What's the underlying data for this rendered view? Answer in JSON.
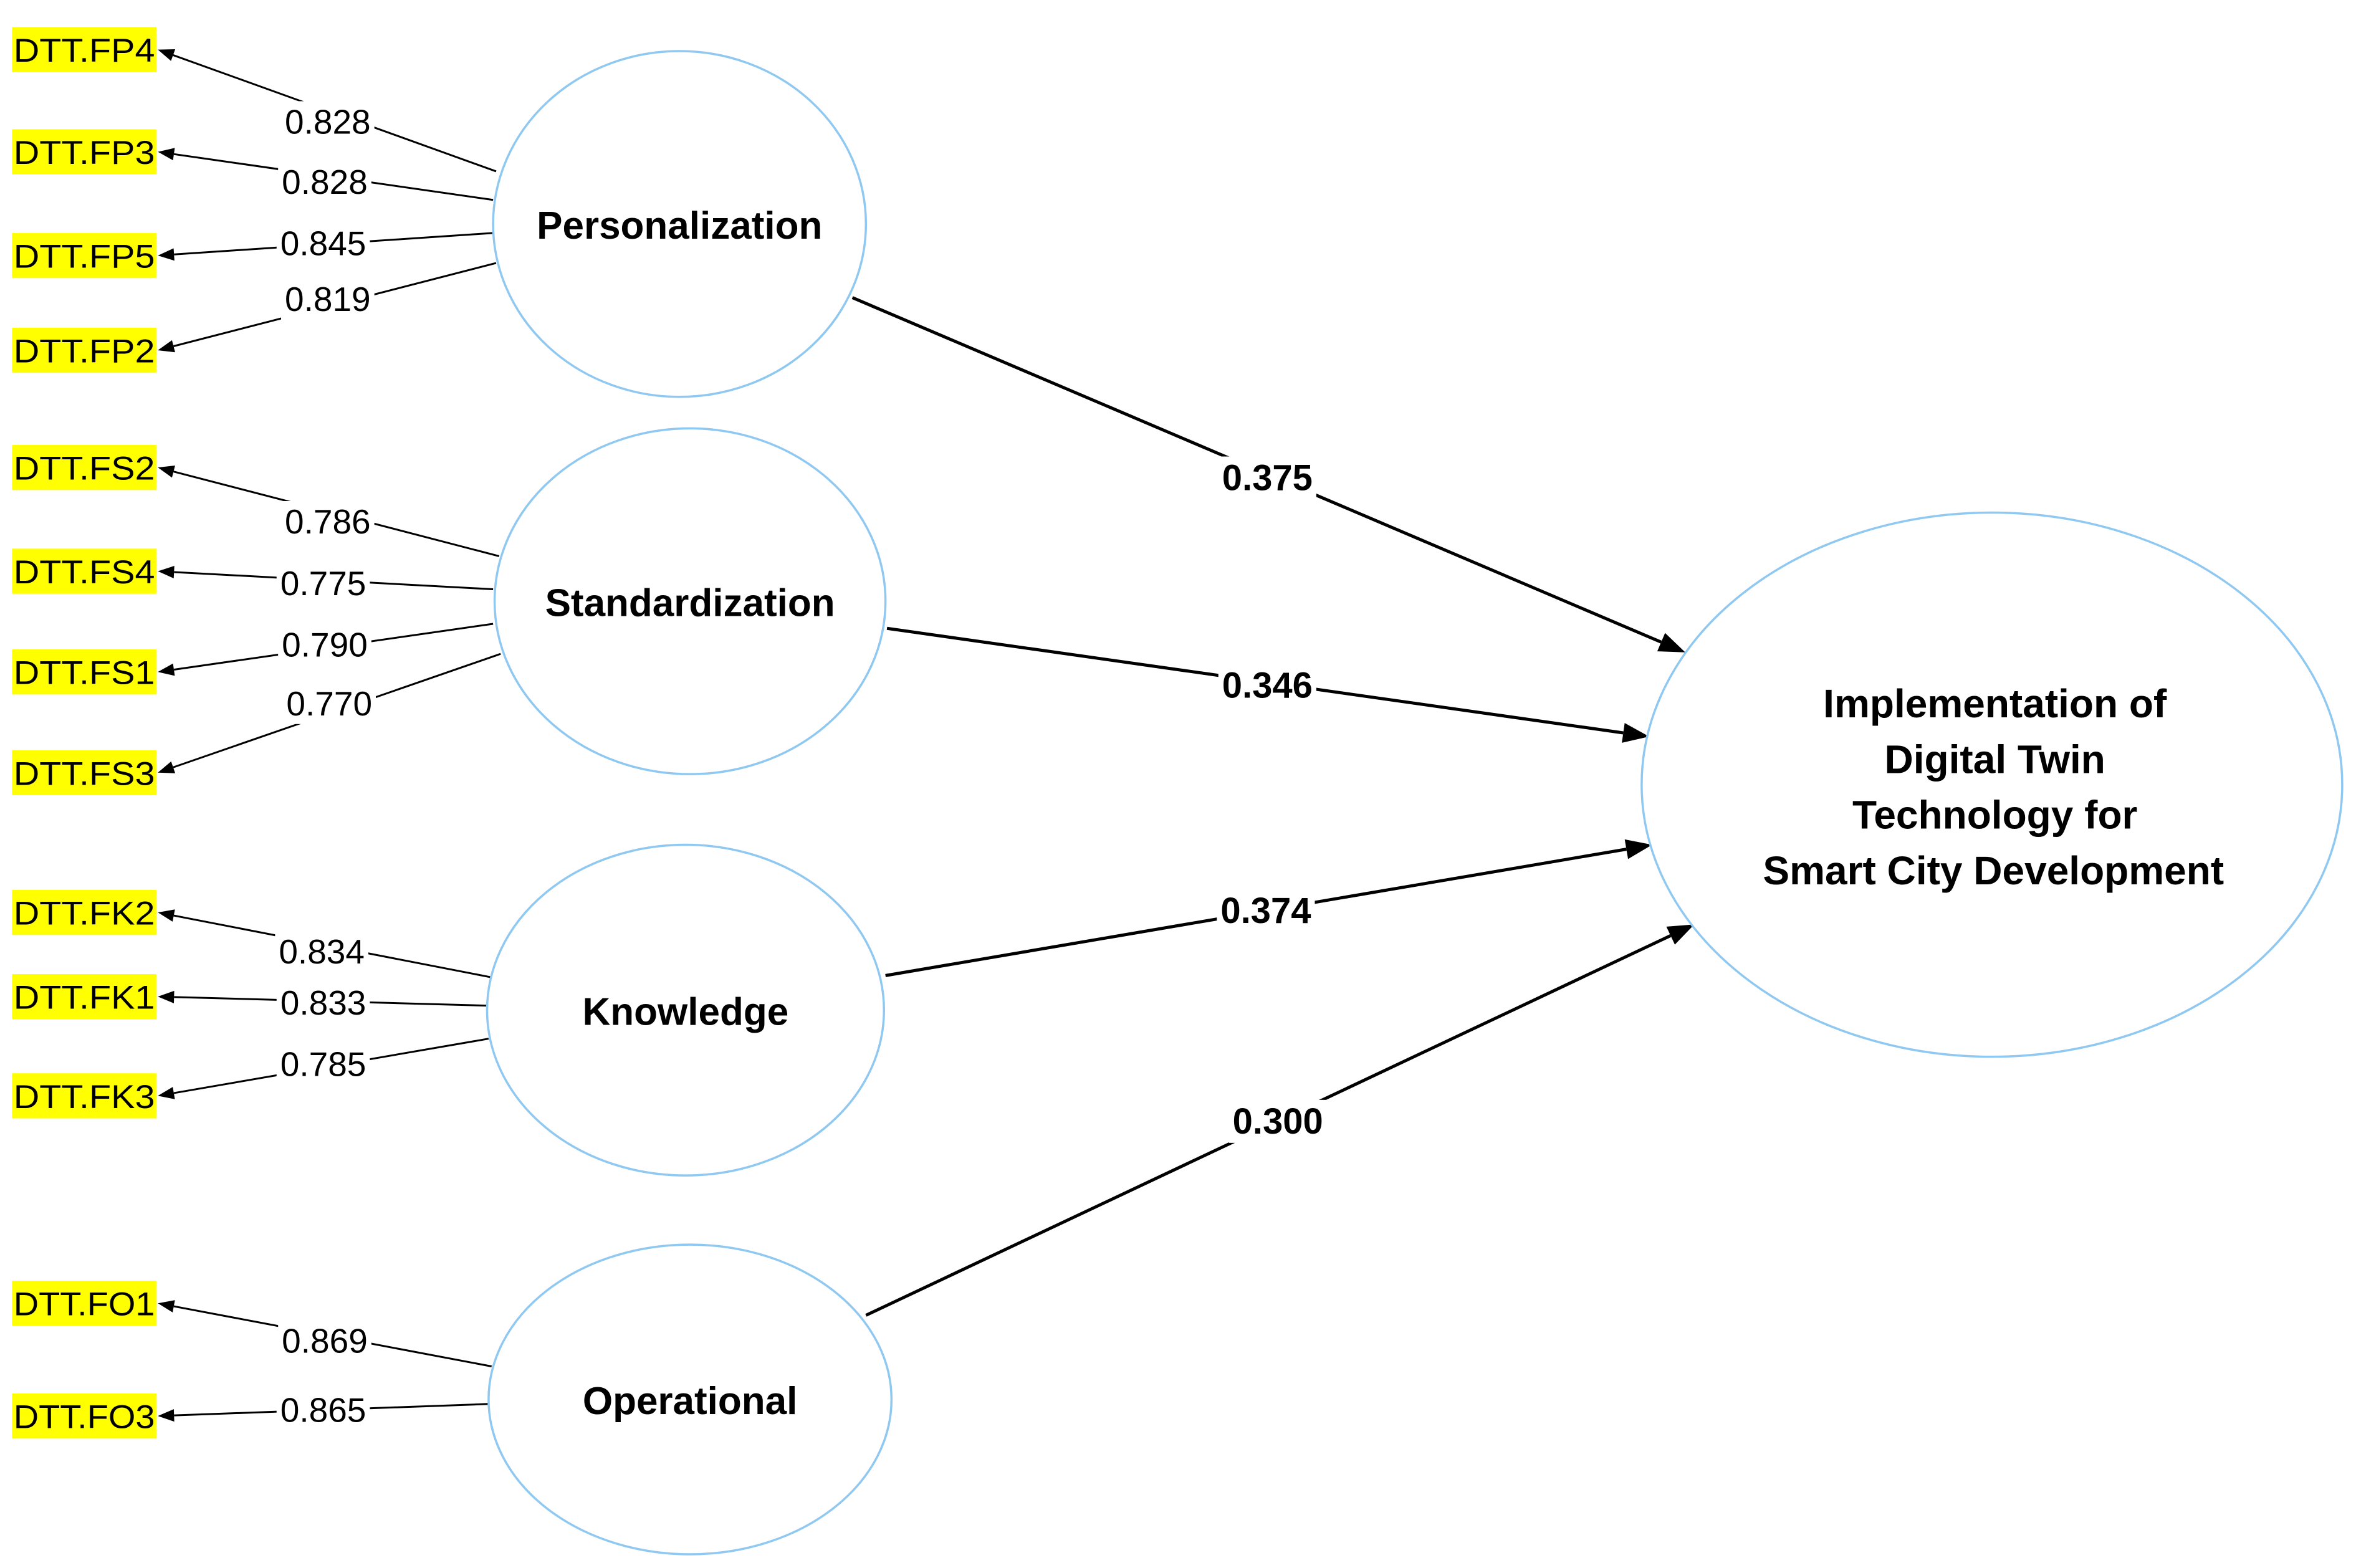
{
  "colors": {
    "indicator_fill": "#ffff00",
    "ellipse_stroke": "#8fc8f0",
    "arrow": "#000000"
  },
  "target": {
    "id": "impl",
    "lines": [
      "Implementation of",
      "Digital Twin",
      "Technology for",
      "Smart City Development"
    ]
  },
  "constructs": [
    {
      "id": "personalization",
      "label": "Personalization",
      "indicators": [
        {
          "name": "DTT.FP4",
          "loading": "0.828"
        },
        {
          "name": "DTT.FP3",
          "loading": "0.828"
        },
        {
          "name": "DTT.FP5",
          "loading": "0.845"
        },
        {
          "name": "DTT.FP2",
          "loading": "0.819"
        }
      ]
    },
    {
      "id": "standardization",
      "label": "Standardization",
      "indicators": [
        {
          "name": "DTT.FS2",
          "loading": "0.786"
        },
        {
          "name": "DTT.FS4",
          "loading": "0.775"
        },
        {
          "name": "DTT.FS1",
          "loading": "0.790"
        },
        {
          "name": "DTT.FS3",
          "loading": "0.770"
        }
      ]
    },
    {
      "id": "knowledge",
      "label": "Knowledge",
      "indicators": [
        {
          "name": "DTT.FK2",
          "loading": "0.834"
        },
        {
          "name": "DTT.FK1",
          "loading": "0.833"
        },
        {
          "name": "DTT.FK3",
          "loading": "0.785"
        }
      ]
    },
    {
      "id": "operational",
      "label": "Operational",
      "indicators": [
        {
          "name": "DTT.FO1",
          "loading": "0.869"
        },
        {
          "name": "DTT.FO3",
          "loading": "0.865"
        }
      ]
    }
  ],
  "paths": [
    {
      "from": "personalization",
      "to": "impl",
      "coefficient": "0.375"
    },
    {
      "from": "standardization",
      "to": "impl",
      "coefficient": "0.346"
    },
    {
      "from": "knowledge",
      "to": "impl",
      "coefficient": "0.374"
    },
    {
      "from": "operational",
      "to": "impl",
      "coefficient": "0.300"
    }
  ]
}
